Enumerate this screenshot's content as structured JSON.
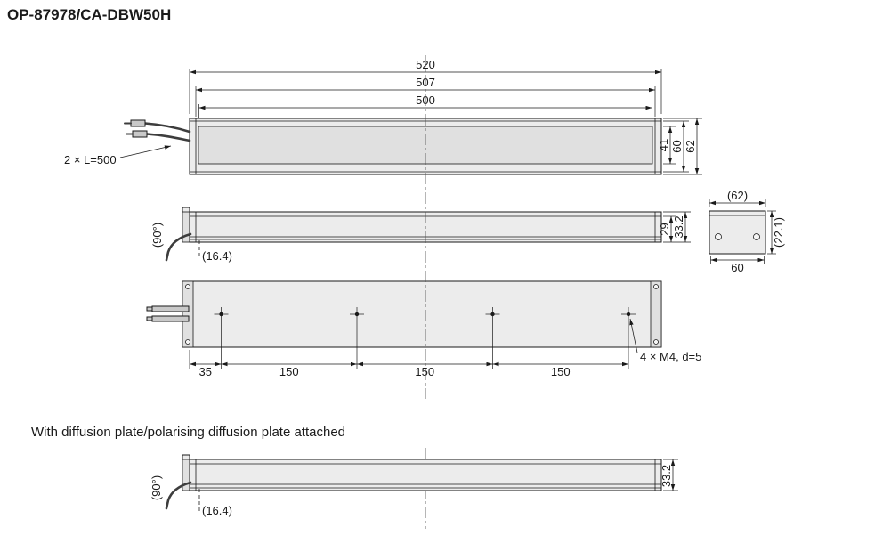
{
  "title": "OP-87978/CA-DBW50H",
  "note": "With diffusion plate/polarising diffusion plate attached",
  "front": {
    "w_outer": "520",
    "w_mid": "507",
    "w_inner": "500",
    "cable": "2 × L=500",
    "h_window": "41",
    "h_body": "60",
    "h_total": "62"
  },
  "side": {
    "h_inner": "29",
    "h_total": "33.2",
    "angle": "(90°)",
    "cable_offset": "(16.4)"
  },
  "end": {
    "w_ref": "(62)",
    "w": "60",
    "h_ref": "(22.1)"
  },
  "bottom": {
    "d35": "35",
    "d150a": "150",
    "d150b": "150",
    "d150c": "150",
    "holes": "4 × M4, d=5"
  },
  "attached": {
    "h_total": "33.2",
    "angle": "(90°)",
    "cable_offset": "(16.4)"
  },
  "colors": {
    "line": "#1a1a1a",
    "fill_body": "#ececec",
    "fill_inner": "#e0e0e0",
    "background": "#ffffff"
  }
}
